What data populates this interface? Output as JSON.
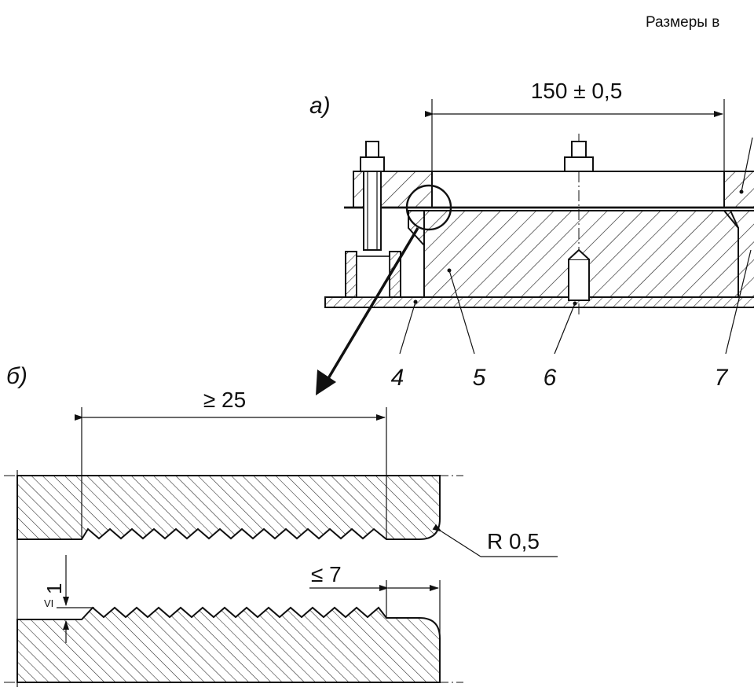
{
  "header": {
    "units_note": "Размеры в"
  },
  "view_a": {
    "label": "а)",
    "dimension": "150 ± 0,5",
    "callouts": [
      "4",
      "5",
      "6",
      "7"
    ]
  },
  "view_b": {
    "label": "б)",
    "dim_top": "≥ 25",
    "dim_bottom": "≤ 7",
    "radius": "R 0,5",
    "roughness_value": "1",
    "roughness_class": "VI"
  }
}
